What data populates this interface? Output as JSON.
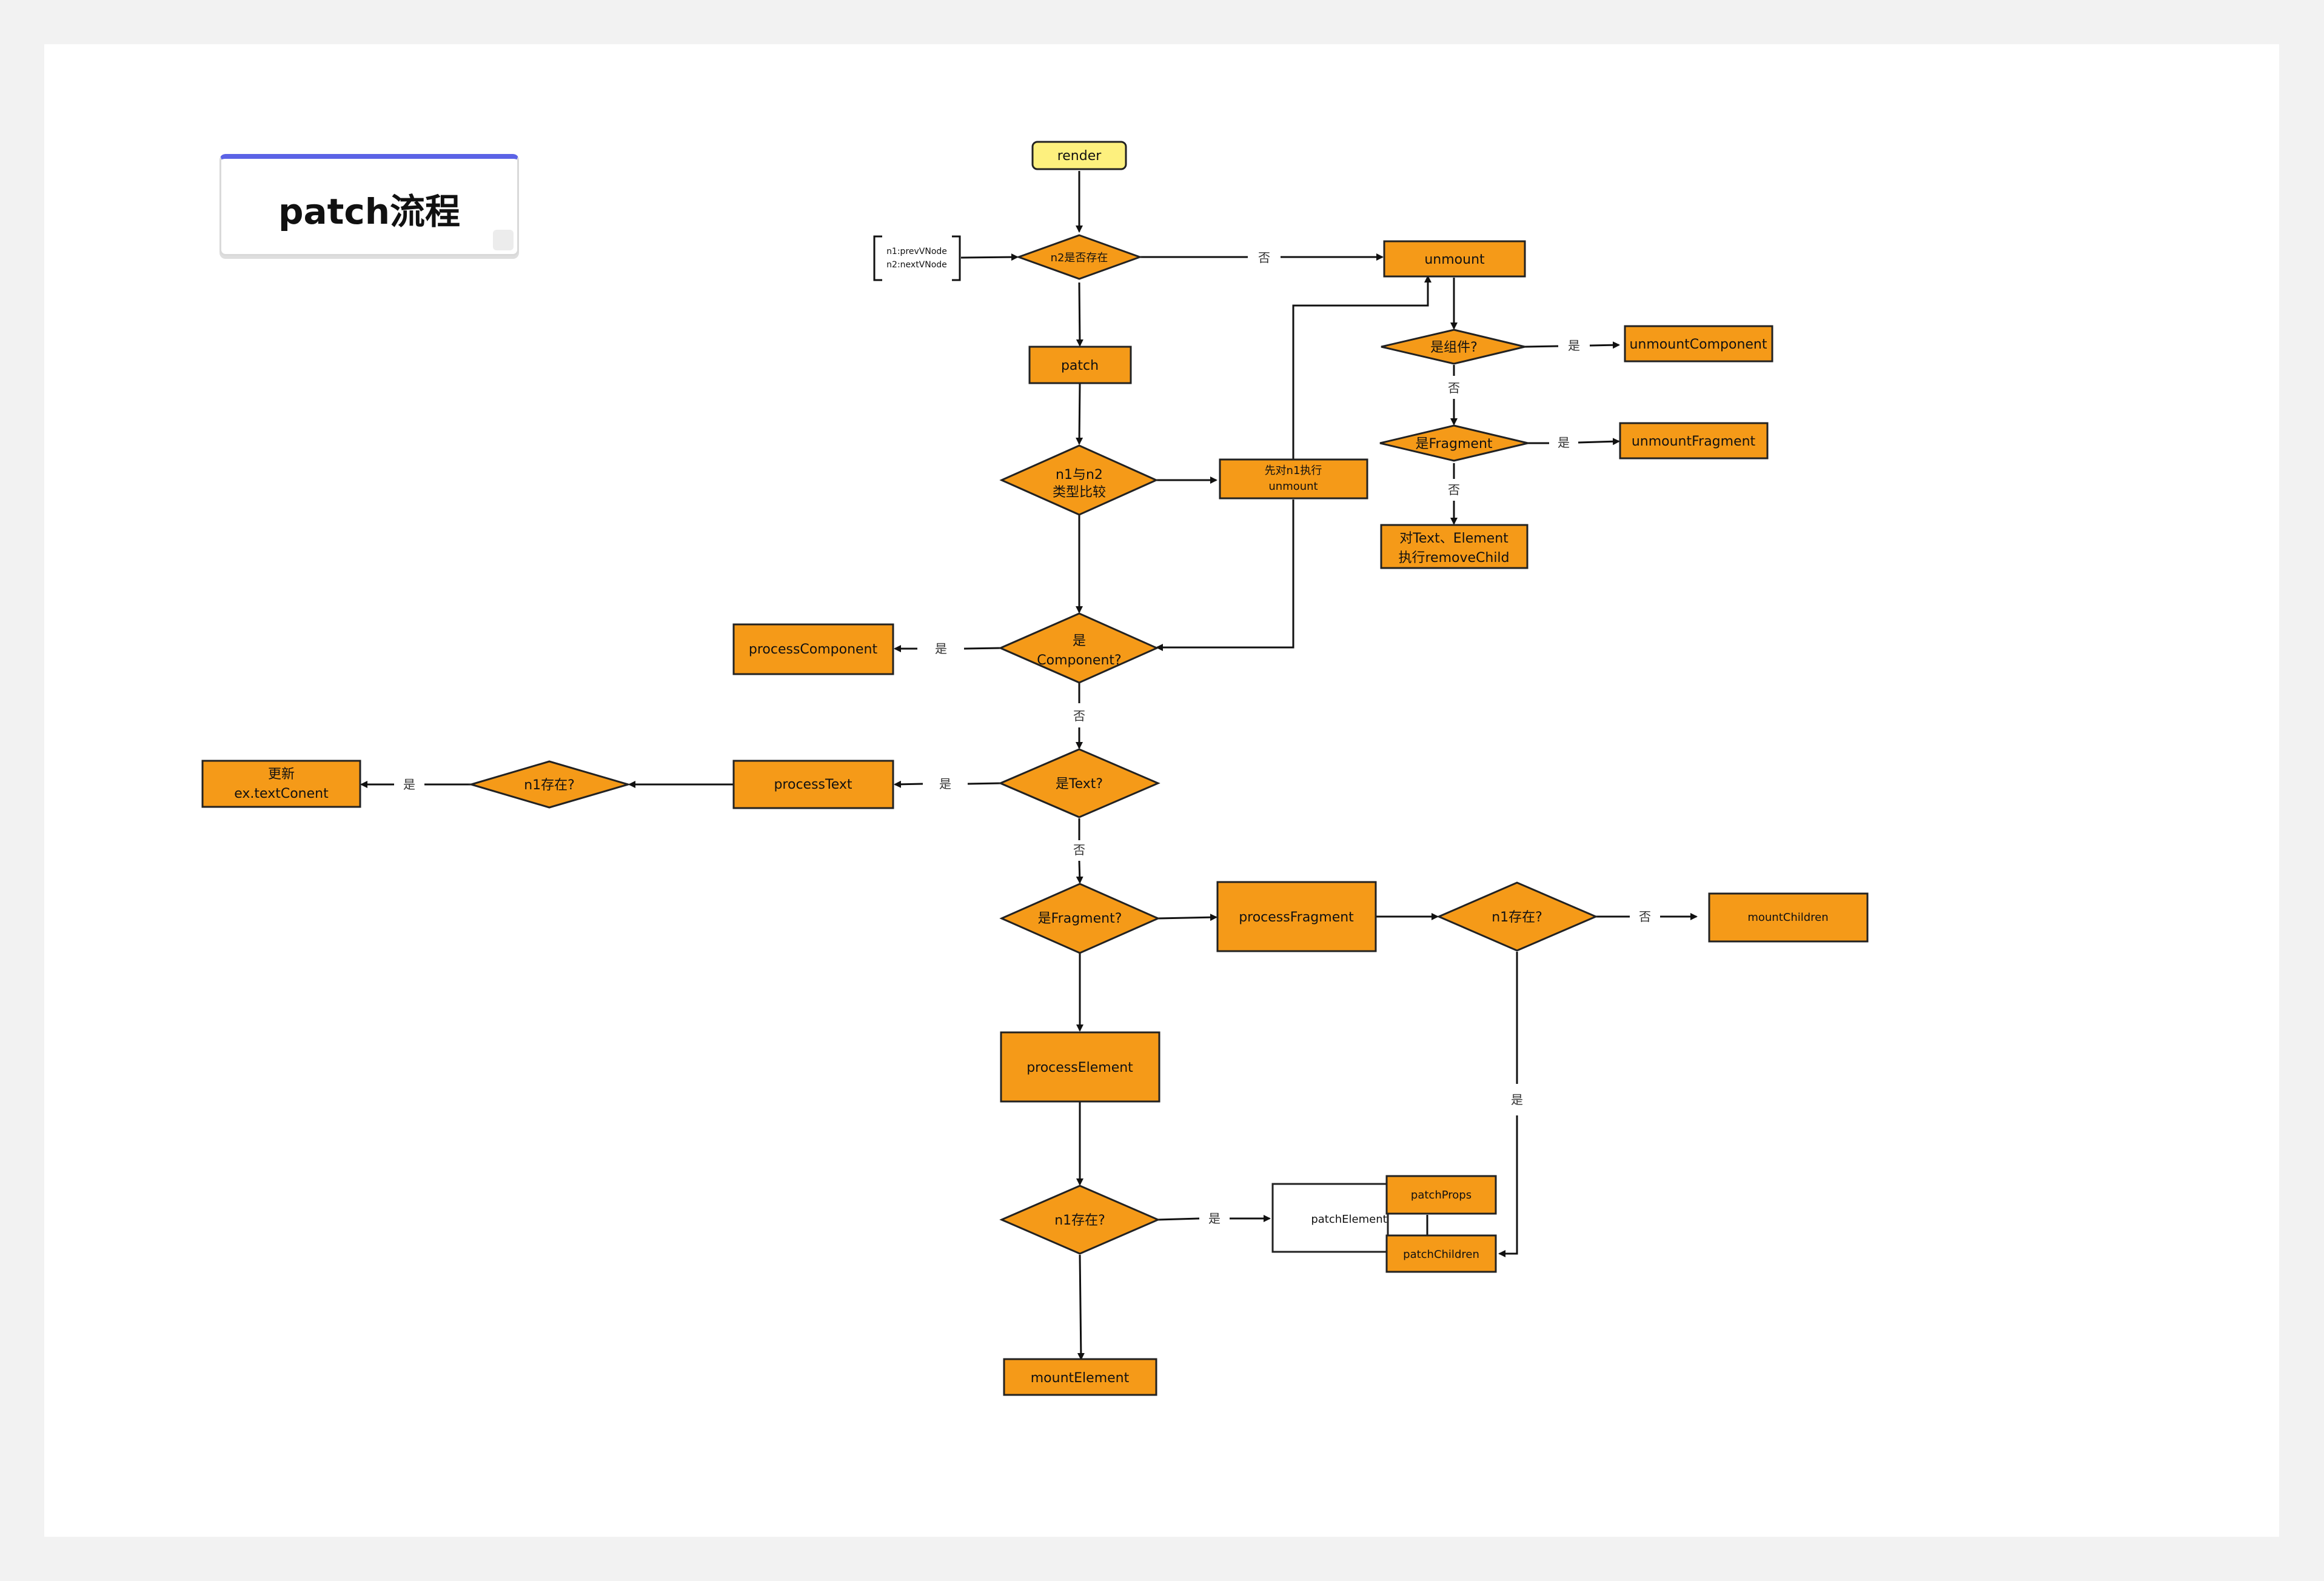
{
  "title": "patch流程",
  "colors": {
    "node_fill": "#f59a18",
    "start_fill": "#fdf07e",
    "accent": "#5b63e6"
  },
  "nodes": {
    "render": "render",
    "n2_exists": "n2是否存在",
    "params_line1": "n1:prevVNode",
    "params_line2": "n2:nextVNode",
    "unmount": "unmount",
    "is_component_q": "是组件?",
    "unmount_component": "unmountComponent",
    "is_fragment_q": "是Fragment",
    "unmount_fragment": "unmountFragment",
    "remove_child_line1": "对Text、Element",
    "remove_child_line2": "执行removeChild",
    "patch": "patch",
    "type_compare_line1": "n1与n2",
    "type_compare_line2": "类型比较",
    "unmount_first_line1": "先对n1执行",
    "unmount_first_line2": "unmount",
    "component_q_line1": "是",
    "component_q_line2": "Component?",
    "process_component": "processComponent",
    "text_q": "是Text?",
    "process_text": "processText",
    "n1_exists_text": "n1存在?",
    "update_text_line1": "更新",
    "update_text_line2": "ex.textConent",
    "fragment_q": "是Fragment?",
    "process_fragment": "processFragment",
    "n1_exists_fragment": "n1存在?",
    "mount_children": "mountChildren",
    "process_element": "processElement",
    "n1_exists_element": "n1存在?",
    "patch_element": "patchElement",
    "patch_props": "patchProps",
    "patch_children": "patchChildren",
    "mount_element": "mountElement"
  },
  "edge_labels": {
    "no": "否",
    "yes": "是"
  }
}
